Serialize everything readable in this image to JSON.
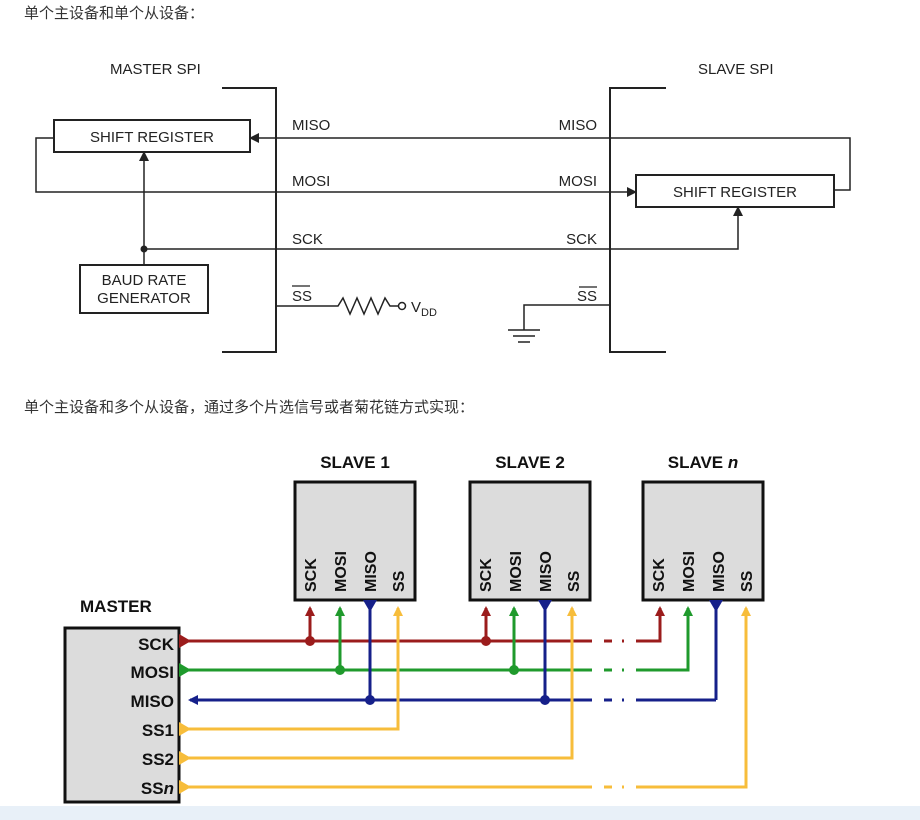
{
  "captions": {
    "single_slave": "单个主设备和单个从设备：",
    "multi_slave": "单个主设备和多个从设备，通过多个片选信号或者菊花链方式实现："
  },
  "diagram1": {
    "master_title": "MASTER SPI",
    "slave_title": "SLAVE SPI",
    "master_register": "SHIFT REGISTER",
    "slave_register": "SHIFT REGISTER",
    "baud_line1": "BAUD RATE",
    "baud_line2": "GENERATOR",
    "master_miso": "MISO",
    "master_mosi": "MOSI",
    "master_sck": "SCK",
    "master_ss": "SS",
    "slave_miso": "MISO",
    "slave_mosi": "MOSI",
    "slave_sck": "SCK",
    "slave_ss": "SS",
    "vdd_main": "V",
    "vdd_sub": "DD"
  },
  "diagram2": {
    "master_title": "MASTER",
    "master_pins": [
      "SCK",
      "MOSI",
      "MISO",
      "SS1",
      "SS2",
      "SS"
    ],
    "ssn_suffix": "n",
    "slaves": [
      {
        "title": "SLAVE 1",
        "title_suffix": ""
      },
      {
        "title": "SLAVE 2",
        "title_suffix": ""
      },
      {
        "title": "SLAVE ",
        "title_suffix": "n"
      }
    ],
    "slave_pins": [
      "SCK",
      "MOSI",
      "MISO",
      "SS"
    ],
    "colors": {
      "sck": "#9b1c1c",
      "mosi": "#1f9a2c",
      "miso": "#16208a",
      "ss": "#f7bd3b",
      "box_fill": "#dcdcdc"
    }
  }
}
